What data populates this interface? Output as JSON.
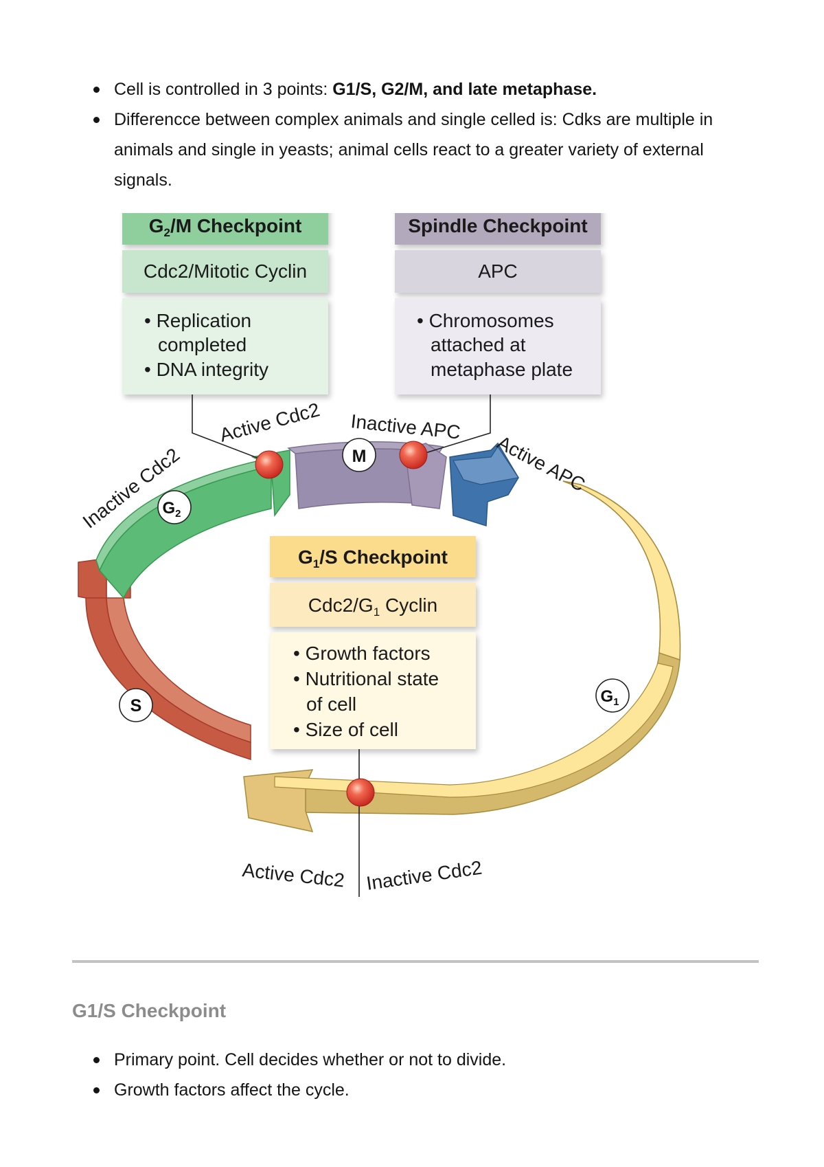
{
  "top_bullets": [
    {
      "text": "Cell is controlled in 3 points: ",
      "bold": "G1/S, G2/M, and late metaphase."
    },
    {
      "text": "Differencce between complex animals and single celled is: Cdks are multiple in animals and single in yeasts; animal cells react to a greater variety of external signals."
    }
  ],
  "diagram": {
    "g2m_box": {
      "title_main": "G",
      "title_sub": "2",
      "title_rest": "/M Checkpoint",
      "complex": "Cdc2/Mitotic Cyclin",
      "items": [
        "• Replication",
        "completed",
        "• DNA integrity"
      ],
      "colors": {
        "header": "#8fcf9e",
        "complex": "#c7e6cd",
        "body": "#e5f3e7"
      }
    },
    "spindle_box": {
      "title": "Spindle Checkpoint",
      "complex": "APC",
      "items": [
        "• Chromosomes",
        "attached at",
        "metaphase plate"
      ],
      "colors": {
        "header": "#b3a9bd",
        "complex": "#d8d5de",
        "body": "#edebf1"
      }
    },
    "g1s_box": {
      "title_main": "G",
      "title_sub": "1",
      "title_rest": "/S Checkpoint",
      "complex_main": "Cdc2/G",
      "complex_sub": "1",
      "complex_rest": " Cyclin",
      "items": [
        "• Growth factors",
        "• Nutritional state",
        "of cell",
        "• Size of cell"
      ],
      "colors": {
        "header": "#fbdb8c",
        "complex": "#fdebbf",
        "body": "#fff8e3"
      }
    },
    "labels": {
      "inactive_cdc2_left": "Inactive Cdc2",
      "active_cdc2_top": "Active Cdc2",
      "inactive_apc": "Inactive APC",
      "active_apc": "Active APC",
      "active_cdc2_bottom": "Active Cdc2",
      "inactive_cdc2_bottom": "Inactive Cdc2"
    },
    "phases": {
      "m": "M",
      "g2_main": "G",
      "g2_sub": "2",
      "s": "S",
      "g1_main": "G",
      "g1_sub": "1"
    },
    "phase_colors": {
      "g1": "#fde59a",
      "g1_side": "#d4b86b",
      "s": "#d9826a",
      "s_side": "#c75a43",
      "g2": "#8fd0a0",
      "g2_side": "#5dbb78",
      "m": "#b0a5bf",
      "m_side": "#9a8eae",
      "apc": "#6b95c4",
      "apc_side": "#3e74ab",
      "checkpoint_ball": "#e8423a"
    }
  },
  "section": {
    "heading": "G1/S Checkpoint",
    "bullets": [
      "Primary point. Cell decides whether or not to divide.",
      "Growth factors affect the cycle."
    ]
  }
}
